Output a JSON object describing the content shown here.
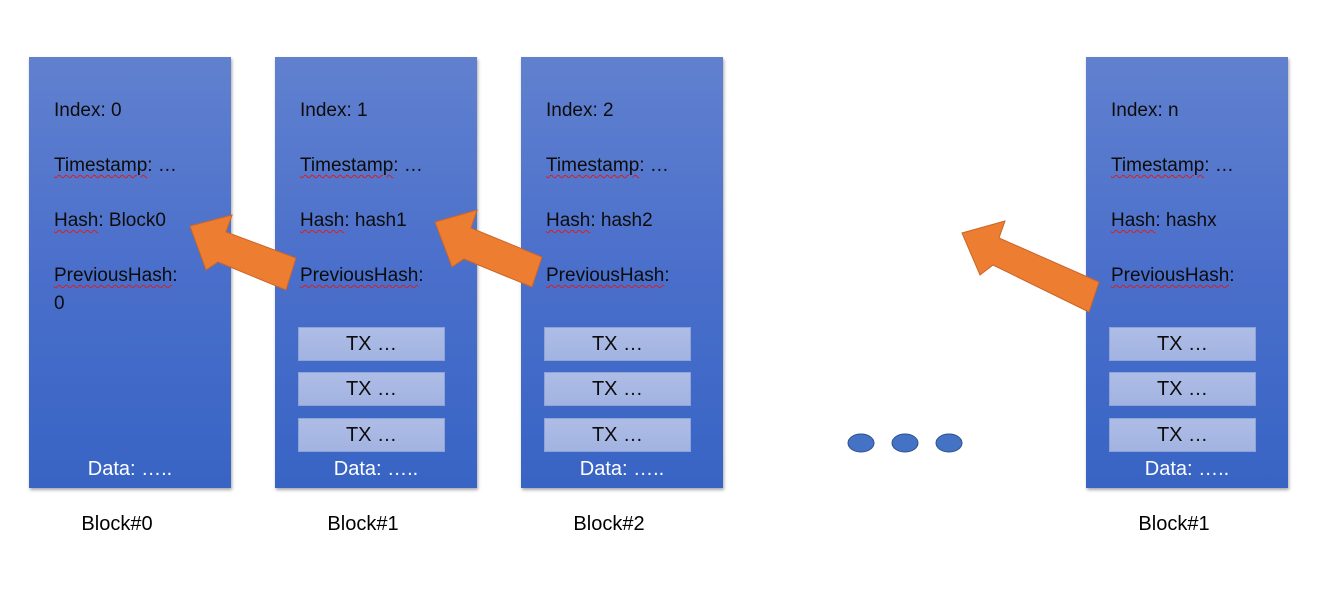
{
  "blocks": [
    {
      "index": "Index: 0",
      "timestamp_label": "Timestamp",
      "timestamp_value": ": …",
      "hash_label": "Hash",
      "hash_value": ": Block0",
      "prev_label": "PreviousHash",
      "prev_value": ":",
      "prev_value2": "0",
      "tx": [],
      "data": "Data: …..",
      "caption": "Block#0"
    },
    {
      "index": "Index: 1",
      "timestamp_label": "Timestamp",
      "timestamp_value": ": …",
      "hash_label": "Hash",
      "hash_value": ": hash1",
      "prev_label": "PreviousHash",
      "prev_value": ":",
      "tx": [
        "TX …",
        "TX …",
        "TX …"
      ],
      "data": "Data: …..",
      "caption": "Block#1"
    },
    {
      "index": "Index: 2",
      "timestamp_label": "Timestamp",
      "timestamp_value": ": …",
      "hash_label": "Hash",
      "hash_value": ": hash2",
      "prev_label": "PreviousHash",
      "prev_value": ":",
      "tx": [
        "TX …",
        "TX …",
        "TX …"
      ],
      "data": "Data: …..",
      "caption": "Block#2"
    },
    {
      "index": "Index: n",
      "timestamp_label": "Timestamp",
      "timestamp_value": ": …",
      "hash_label": "Hash",
      "hash_value": ": hashx",
      "prev_label": "PreviousHash",
      "prev_value": ":",
      "tx": [
        "TX …",
        "TX …",
        "TX …"
      ],
      "data": "Data: …..",
      "caption": "Block#1"
    }
  ],
  "colors": {
    "block": "#4a6fcb",
    "tx": "#a8b8e3",
    "arrow": "#ed7d31",
    "dots": "#4472c4"
  }
}
